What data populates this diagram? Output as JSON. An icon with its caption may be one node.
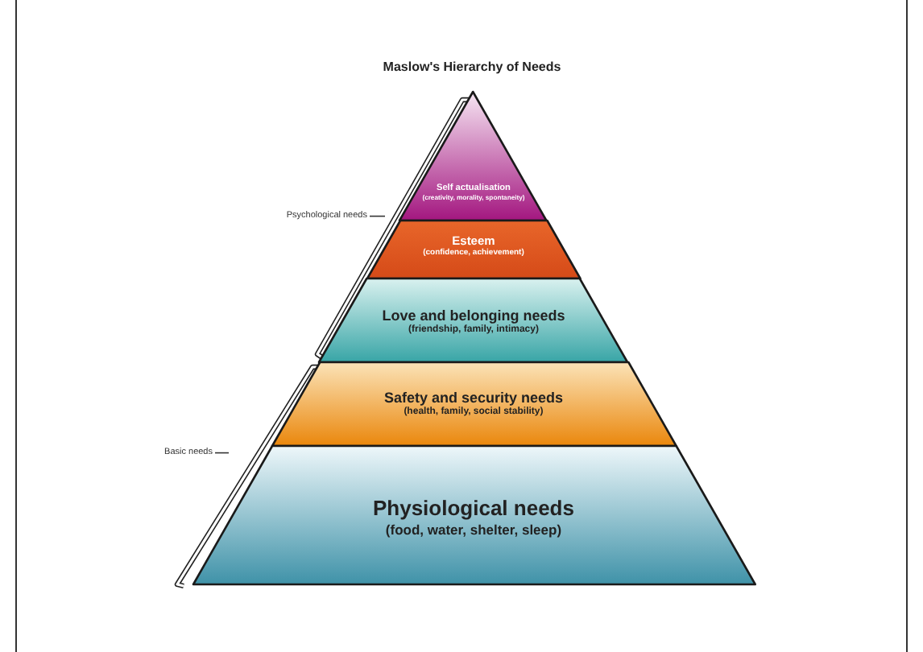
{
  "diagram": {
    "title": "Maslow's Hierarchy of Needs",
    "nodes": [
      {
        "text": [
          "Self actualisation",
          "(creativity, morality, spontaneity)"
        ]
      },
      {
        "text": [
          "Esteem",
          "(confidence, achievement)"
        ]
      },
      {
        "text": [
          "Love and belonging needs",
          "(friendship, family, intimacy)"
        ]
      },
      {
        "text": [
          "Safety and security needs",
          "(health, family, social stability)"
        ]
      },
      {
        "text": [
          "Physiological needs",
          "(food, water, shelter, sleep)"
        ]
      },
      {
        "text": [
          "Psychological needs"
        ]
      },
      {
        "text": [
          "Basic needs"
        ]
      }
    ],
    "edges": [
      {
        "from": 5,
        "to": null,
        "arrow": "none"
      },
      {
        "from": 6,
        "to": null,
        "arrow": "none"
      }
    ]
  }
}
